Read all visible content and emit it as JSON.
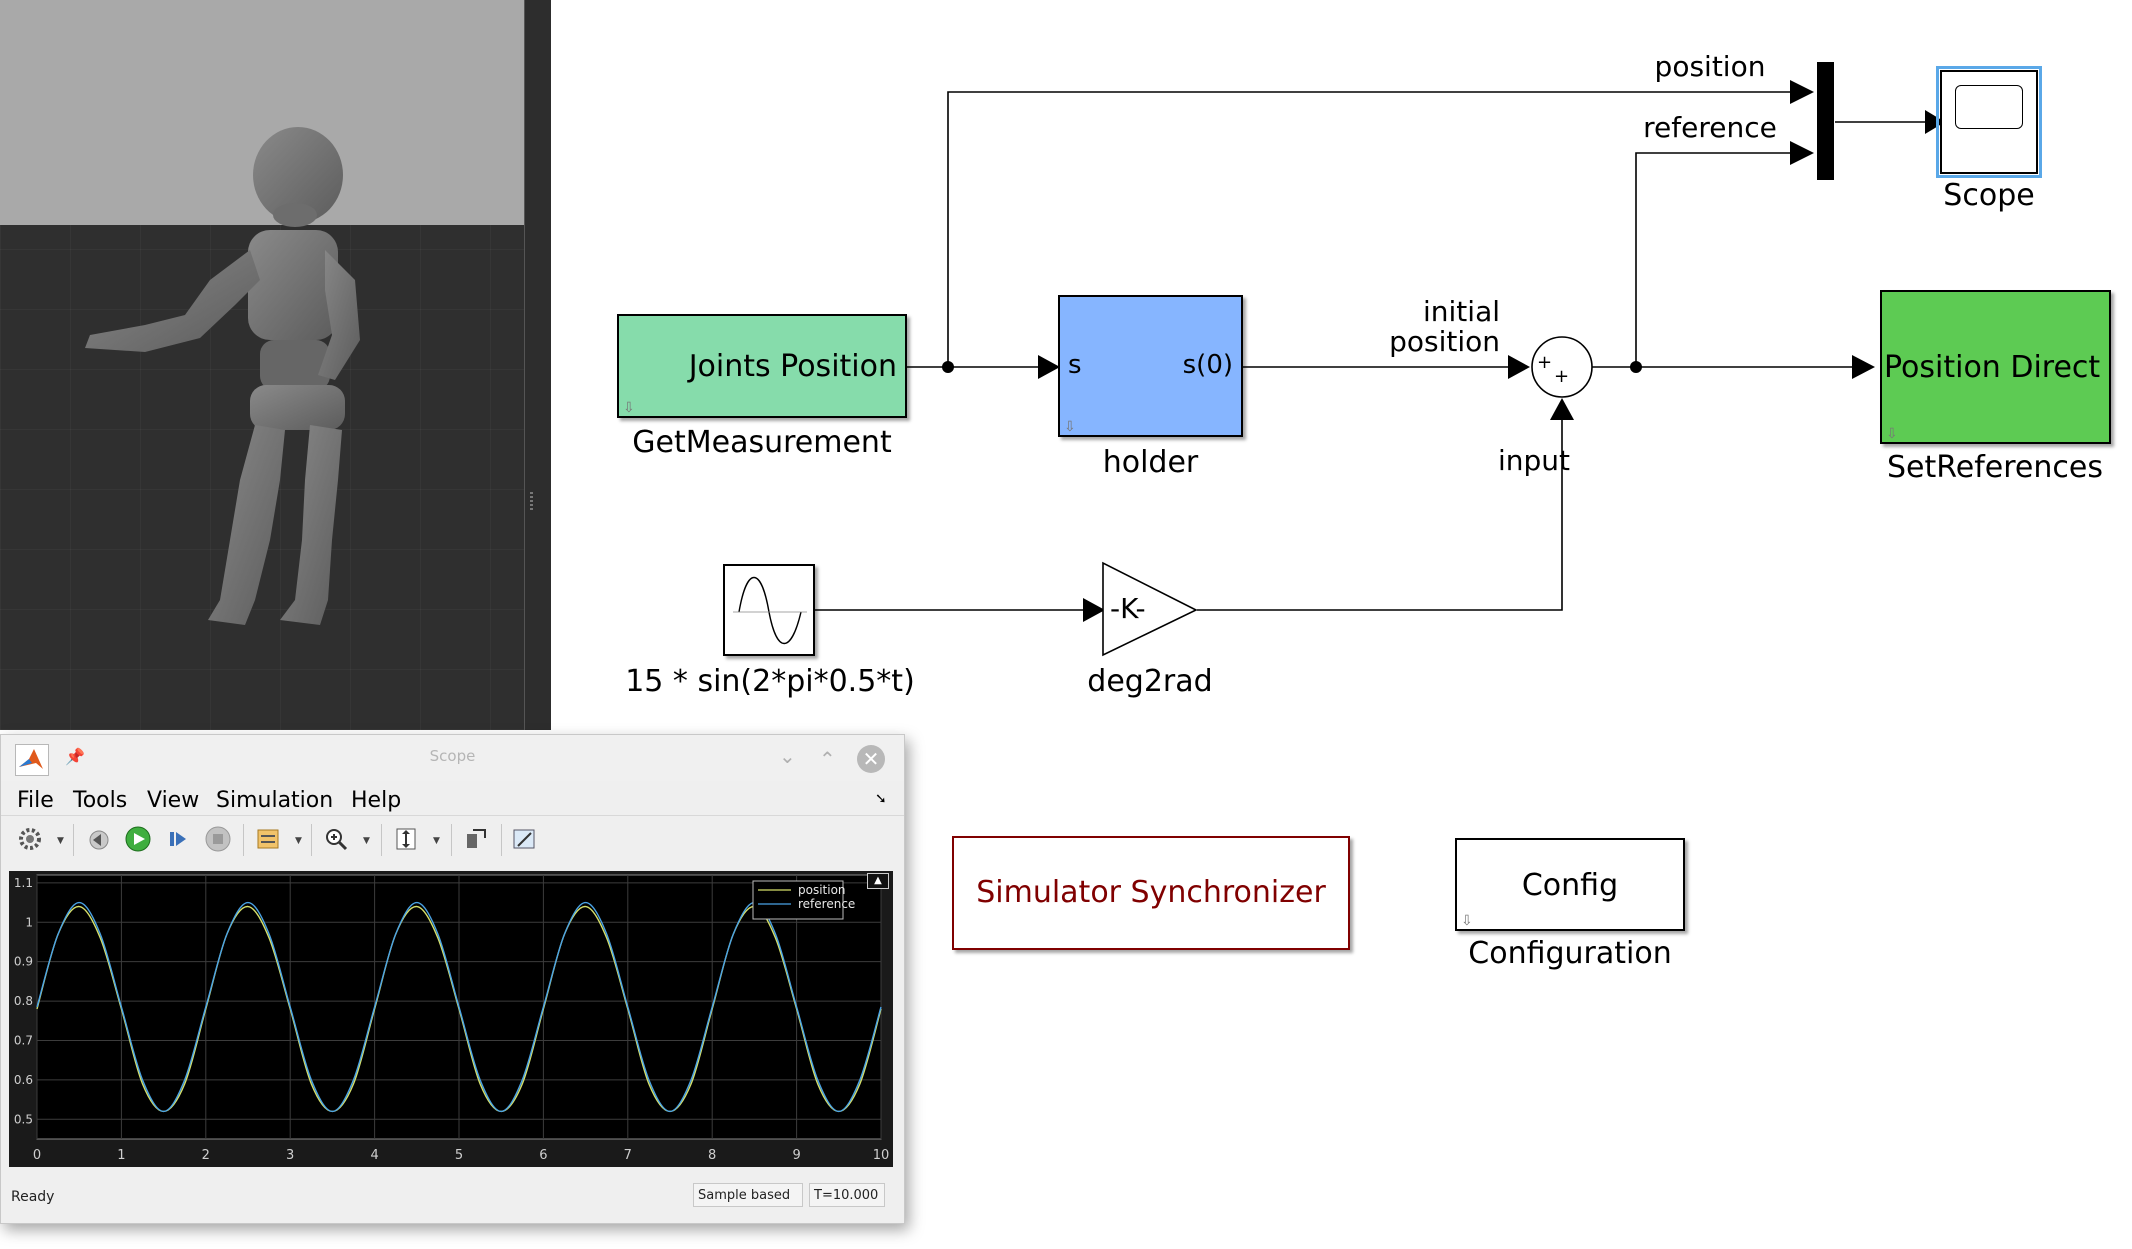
{
  "diagram": {
    "blocks": {
      "joints_position": {
        "text": "Joints Position",
        "caption": "GetMeasurement",
        "color": "#86dcab"
      },
      "holder": {
        "input_port": "s",
        "output_port": "s(0)",
        "caption": "holder",
        "color": "#86b5ff"
      },
      "sum": {
        "sign_1": "+",
        "sign_2": "+"
      },
      "position_direct": {
        "text": "Position Direct",
        "caption": "SetReferences",
        "color": "#5dcb53"
      },
      "scope": {
        "caption": "Scope"
      },
      "sine": {
        "caption": "15 * sin(2*pi*0.5*t)"
      },
      "gain": {
        "text": "-K-",
        "caption": "deg2rad"
      },
      "simulator_synchronizer": {
        "text": "Simulator Synchronizer",
        "color": "#800000"
      },
      "config": {
        "text": "Config",
        "caption": "Configuration"
      }
    },
    "signals": {
      "position": "position",
      "reference": "reference",
      "initial_position_line1": "initial",
      "initial_position_line2": "position",
      "input": "input"
    }
  },
  "scope_window": {
    "title": "Scope",
    "menu": [
      "File",
      "Tools",
      "View",
      "Simulation",
      "Help"
    ],
    "status": "Ready",
    "sample_mode": "Sample based",
    "time": "T=10.000",
    "legend": [
      {
        "name": "position",
        "color": "#d6e06a"
      },
      {
        "name": "reference",
        "color": "#4aa3e6"
      }
    ]
  },
  "chart_data": {
    "type": "line",
    "x": [
      0,
      0.25,
      0.5,
      0.75,
      1,
      1.25,
      1.5,
      1.75,
      2,
      2.25,
      2.5,
      2.75,
      3,
      3.25,
      3.5,
      3.75,
      4,
      4.25,
      4.5,
      4.75,
      5,
      5.25,
      5.5,
      5.75,
      6,
      6.25,
      6.5,
      6.75,
      7,
      7.25,
      7.5,
      7.75,
      8,
      8.25,
      8.5,
      8.75,
      9,
      9.25,
      9.5,
      9.75,
      10
    ],
    "series": [
      {
        "name": "position",
        "color": "#d6e06a",
        "values": [
          0.78,
          0.97,
          1.04,
          0.96,
          0.78,
          0.59,
          0.52,
          0.59,
          0.78,
          0.97,
          1.04,
          0.96,
          0.78,
          0.59,
          0.52,
          0.59,
          0.78,
          0.97,
          1.04,
          0.96,
          0.78,
          0.59,
          0.52,
          0.59,
          0.78,
          0.97,
          1.04,
          0.96,
          0.78,
          0.59,
          0.52,
          0.59,
          0.78,
          0.97,
          1.04,
          0.96,
          0.78,
          0.59,
          0.52,
          0.59,
          0.78
        ]
      },
      {
        "name": "reference",
        "color": "#4aa3e6",
        "values": [
          0.785,
          0.97,
          1.05,
          0.97,
          0.785,
          0.6,
          0.52,
          0.6,
          0.785,
          0.97,
          1.05,
          0.97,
          0.785,
          0.6,
          0.52,
          0.6,
          0.785,
          0.97,
          1.05,
          0.97,
          0.785,
          0.6,
          0.52,
          0.6,
          0.785,
          0.97,
          1.05,
          0.97,
          0.785,
          0.6,
          0.52,
          0.6,
          0.785,
          0.97,
          1.05,
          0.97,
          0.785,
          0.6,
          0.52,
          0.6,
          0.785
        ]
      }
    ],
    "xlim": [
      0,
      10
    ],
    "ylim": [
      0.45,
      1.12
    ],
    "xticks": [
      "0",
      "1",
      "2",
      "3",
      "4",
      "5",
      "6",
      "7",
      "8",
      "9",
      "10"
    ],
    "yticks": [
      "0.5",
      "0.6",
      "0.7",
      "0.8",
      "0.9",
      "1",
      "1.1"
    ],
    "ytick_values": [
      0.5,
      0.6,
      0.7,
      0.8,
      0.9,
      1.0,
      1.1
    ],
    "grid": true,
    "legend_position": "top-right"
  }
}
